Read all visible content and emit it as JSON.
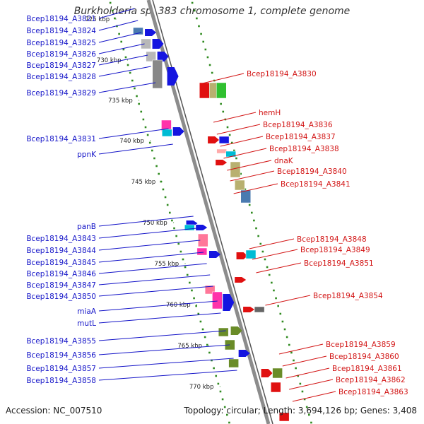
{
  "title": "Burkholderia sp. 383 chromosome 1, complete genome",
  "footer": {
    "accession": "Accession: NC_007510",
    "summary": "Topology: circular; Length: 3,694,126 bp; Genes: 3,408"
  },
  "colors": {
    "backbone": "#8c8c8c",
    "backbone_dark": "#555555",
    "tick": "#2f8a1f",
    "left_label": "#1414c8",
    "right_label": "#d21414"
  },
  "kbp_marks": [
    "725 kbp",
    "730 kbp",
    "735 kbp",
    "740 kbp",
    "745 kbp",
    "750 kbp",
    "755 kbp",
    "760 kbp",
    "765 kbp",
    "770 kbp"
  ],
  "left_labels": [
    "Bcep18194_A3821",
    "Bcep18194_A3824",
    "Bcep18194_A3825",
    "Bcep18194_A3826",
    "Bcep18194_A3827",
    "Bcep18194_A3828",
    "Bcep18194_A3829",
    "Bcep18194_A3831",
    "ppnK",
    "panB",
    "Bcep18194_A3843",
    "Bcep18194_A3844",
    "Bcep18194_A3845",
    "Bcep18194_A3846",
    "Bcep18194_A3847",
    "Bcep18194_A3850",
    "miaA",
    "mutL",
    "Bcep18194_A3855",
    "Bcep18194_A3856",
    "Bcep18194_A3857",
    "Bcep18194_A3858"
  ],
  "right_labels": [
    "Bcep18194_A3830",
    "hemH",
    "Bcep18194_A3836",
    "Bcep18194_A3837",
    "Bcep18194_A3838",
    "dnaK",
    "Bcep18194_A3840",
    "Bcep18194_A3841",
    "Bcep18194_A3848",
    "Bcep18194_A3849",
    "Bcep18194_A3851",
    "Bcep18194_A3854",
    "Bcep18194_A3859",
    "Bcep18194_A3860",
    "Bcep18194_A3861",
    "Bcep18194_A3862",
    "Bcep18194_A3863"
  ]
}
